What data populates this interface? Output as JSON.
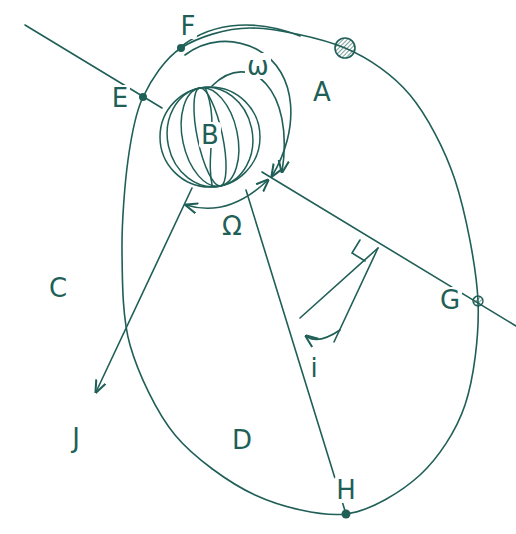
{
  "diagram": {
    "nodes": [
      {
        "text": [
          "B"
        ]
      }
    ],
    "labels": [
      "A",
      "C",
      "D",
      "E",
      "F",
      "G",
      "H",
      "J",
      "ω",
      "Ω",
      "i"
    ]
  }
}
